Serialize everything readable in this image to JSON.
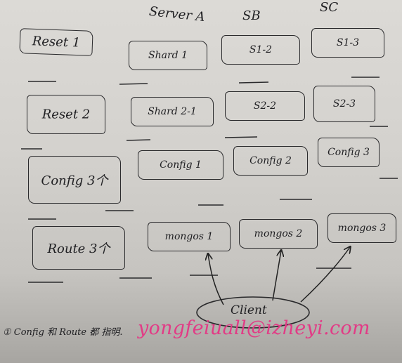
{
  "headers": {
    "server_a": "Server A",
    "sb": "SB",
    "sc": "SC"
  },
  "rows": [
    {
      "label": "Reset 1",
      "cells": [
        "Shard 1",
        "S1-2",
        "S1-3"
      ]
    },
    {
      "label": "Reset 2",
      "cells": [
        "Shard 2-1",
        "S2-2",
        "S2-3"
      ]
    },
    {
      "label": "Config 3个",
      "cells": [
        "Config 1",
        "Config 2",
        "Config 3"
      ]
    },
    {
      "label": "Route 3个",
      "cells": [
        "mongos 1",
        "mongos 2",
        "mongos 3"
      ]
    }
  ],
  "client_label": "Client",
  "footnote": "① Config 和 Route 都 指明.",
  "watermark": "yongfeiuall@izheyi.com",
  "colors": {
    "ink": "#1f1f22",
    "paper": "#d6d4d0",
    "watermark": "#e23b86"
  }
}
